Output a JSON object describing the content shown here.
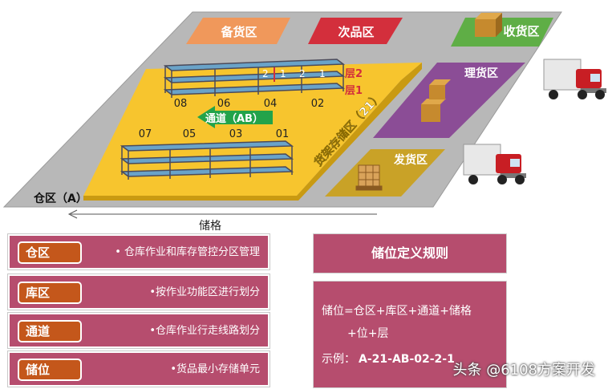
{
  "diagram": {
    "warehouse_label": "仓区（A）",
    "storage_zone_label": "货架存储区（21）",
    "aisle_label": "通道（AB）",
    "column_label": "储格",
    "layer_labels": [
      "层2",
      "层1"
    ],
    "position_labels_top": [
      "2",
      "1",
      "2",
      "1"
    ],
    "top_row_numbers": [
      "08",
      "06",
      "04",
      "02"
    ],
    "bottom_row_numbers": [
      "07",
      "05",
      "03",
      "01"
    ],
    "zones": {
      "prepare": "备货区",
      "defective": "次品区",
      "receiving": "收货区",
      "sorting": "理货区",
      "shipping": "发货区"
    },
    "colors": {
      "floor": "#b8b8b8",
      "storage": "#f7c52e",
      "prepare": "#f0985b",
      "defective": "#d32f3c",
      "receiving": "#5fae46",
      "sorting": "#8b4d96",
      "shipping": "#c9a227",
      "aisle_arrow": "#23a34a",
      "panel": "#b64d6e",
      "key": "#c4571b"
    }
  },
  "legend": [
    {
      "key": "仓区",
      "desc": "• 仓库作业和库存管控分区管理"
    },
    {
      "key": "库区",
      "desc": "•按作业功能区进行划分"
    },
    {
      "key": "通道",
      "desc": "•仓库作业行走线路划分"
    },
    {
      "key": "储位",
      "desc": "•货品最小存储单元"
    }
  ],
  "rule": {
    "title": "储位定义规则",
    "line1": "储位=仓区+库区+通道+储格",
    "line2": "+位+层",
    "example_label": "示例：",
    "example_value": "A-21-AB-02-2-1"
  },
  "watermark": "头条 @6108方案开发"
}
